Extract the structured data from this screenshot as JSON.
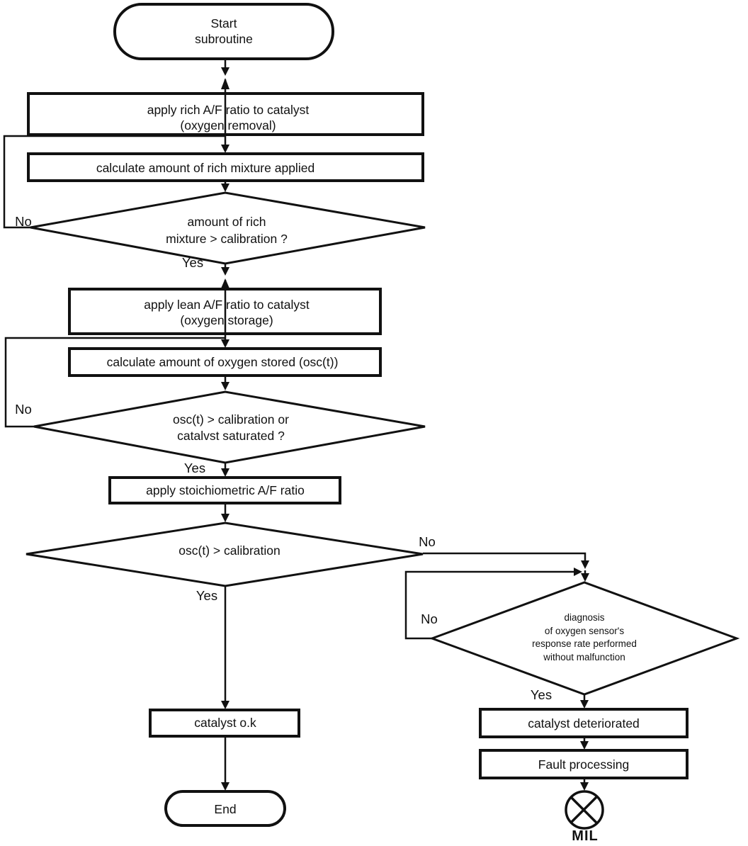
{
  "diagram_type": "flowchart",
  "colors": {
    "line": "#111111",
    "fill": "#ffffff",
    "text": "#111111"
  },
  "nodes": {
    "start": {
      "line1": "Start",
      "line2": "subroutine"
    },
    "apply_rich": {
      "line1": "apply rich A/F ratio to catalyst",
      "line2": "(oxygen removal)"
    },
    "calc_rich": {
      "label": "calculate amount of rich mixture applied"
    },
    "decision_rich_amount": {
      "line1": "amount of rich",
      "line2": "mixture > calibration ?"
    },
    "apply_lean": {
      "line1": "apply lean A/F ratio to catalyst",
      "line2": "(oxygen storage)"
    },
    "calc_oxygen": {
      "label": "calculate amount of oxygen stored (osc(t))"
    },
    "decision_osc_saturated": {
      "line1": "osc(t) > calibration or",
      "line2": "catalvst saturated ?"
    },
    "apply_stoich": {
      "label": "apply stoichiometric A/F ratio"
    },
    "decision_osc": {
      "label": "osc(t) > calibration"
    },
    "decision_sensor": {
      "line1": "diagnosis",
      "line2": "of oxygen sensor's",
      "line3": "response rate performed",
      "line4": "without malfunction"
    },
    "catalyst_ok": {
      "label": "catalyst o.k"
    },
    "catalyst_deteriorated": {
      "label": "catalyst deteriorated"
    },
    "fault_processing": {
      "label": "Fault processing"
    },
    "end": {
      "label": "End"
    },
    "mil": {
      "label": "MIL"
    }
  },
  "edge_labels": {
    "rich_no": "No",
    "rich_yes": "Yes",
    "osc_sat_no": "No",
    "osc_sat_yes": "Yes",
    "osc_yes": "Yes",
    "osc_no": "No",
    "sensor_no": "No",
    "sensor_yes": "Yes"
  }
}
